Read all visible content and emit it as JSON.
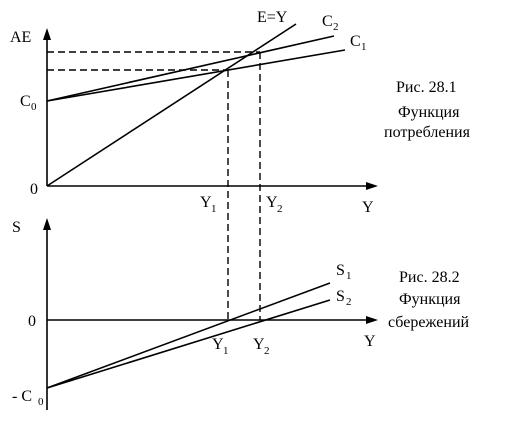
{
  "top": {
    "y_axis_label": "AE",
    "x_axis_label": "Y",
    "origin_label": "0",
    "intercept_label": {
      "main": "C",
      "sub": "0"
    },
    "lines": {
      "e_eq_y": "E=Y",
      "c2": {
        "main": "C",
        "sub": "2"
      },
      "c1": {
        "main": "C",
        "sub": "1"
      }
    },
    "ticks": {
      "y1": {
        "main": "Y",
        "sub": "1"
      },
      "y2": {
        "main": "Y",
        "sub": "2"
      }
    },
    "caption": {
      "fig": "Рис. 28.1",
      "line1": "Функция",
      "line2": "потребления"
    }
  },
  "bottom": {
    "y_axis_label": "S",
    "x_axis_label": "Y",
    "zero_label": "0",
    "neg_intercept_label": {
      "prefix": "- C",
      "sub": "0"
    },
    "lines": {
      "s1": {
        "main": "S",
        "sub": "1"
      },
      "s2": {
        "main": "S",
        "sub": "2"
      }
    },
    "ticks": {
      "y1": {
        "main": "Y",
        "sub": "1"
      },
      "y2": {
        "main": "Y",
        "sub": "2"
      }
    },
    "caption": {
      "fig": "Рис. 28.2",
      "line1": "Функция",
      "line2": "сбережений"
    }
  }
}
